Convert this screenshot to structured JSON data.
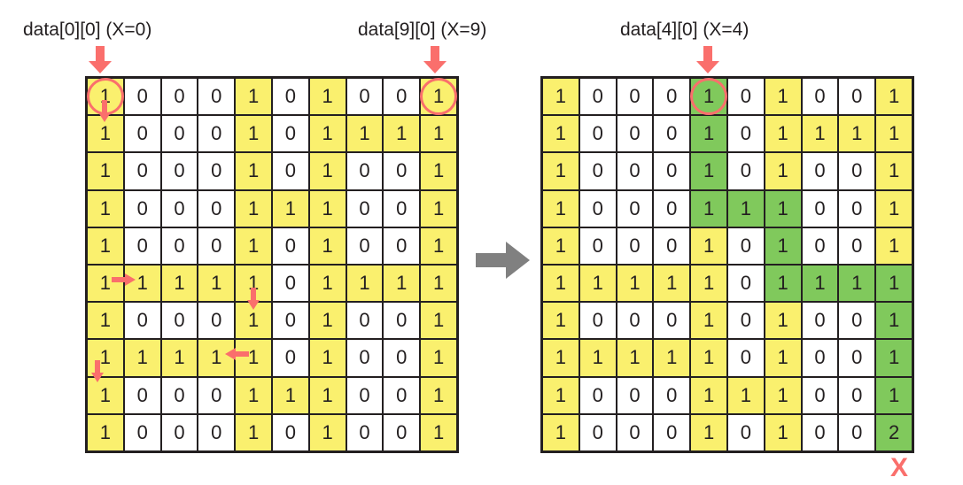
{
  "labels": {
    "left_start": "data[0][0]  (X=0)",
    "left_end": "data[9][0]  (X=9)",
    "right_start": "data[4][0]  (X=4)"
  },
  "colors": {
    "yellow": "#faf06e",
    "green": "#80c95c",
    "red": "#fa6f6c",
    "gray": "#808080",
    "ink": "#231f20"
  },
  "marker": {
    "x_label": "X"
  },
  "chart_data": {
    "type": "table",
    "title": "Grid traversal: before and after",
    "grids": [
      {
        "name": "left-grid",
        "rows": 10,
        "cols": 10,
        "values": [
          [
            "1",
            "0",
            "0",
            "0",
            "1",
            "0",
            "1",
            "0",
            "0",
            "1"
          ],
          [
            "1",
            "0",
            "0",
            "0",
            "1",
            "0",
            "1",
            "1",
            "1",
            "1"
          ],
          [
            "1",
            "0",
            "0",
            "0",
            "1",
            "0",
            "1",
            "0",
            "0",
            "1"
          ],
          [
            "1",
            "0",
            "0",
            "0",
            "1",
            "1",
            "1",
            "0",
            "0",
            "1"
          ],
          [
            "1",
            "0",
            "0",
            "0",
            "1",
            "0",
            "1",
            "0",
            "0",
            "1"
          ],
          [
            "1",
            "1",
            "1",
            "1",
            "1",
            "0",
            "1",
            "1",
            "1",
            "1"
          ],
          [
            "1",
            "0",
            "0",
            "0",
            "1",
            "0",
            "1",
            "0",
            "0",
            "1"
          ],
          [
            "1",
            "1",
            "1",
            "1",
            "1",
            "0",
            "1",
            "0",
            "0",
            "1"
          ],
          [
            "1",
            "0",
            "0",
            "0",
            "1",
            "1",
            "1",
            "0",
            "0",
            "1"
          ],
          [
            "1",
            "0",
            "0",
            "0",
            "1",
            "0",
            "1",
            "0",
            "0",
            "1"
          ]
        ],
        "highlight": [
          [
            "y",
            "w",
            "w",
            "w",
            "y",
            "w",
            "y",
            "w",
            "w",
            "y"
          ],
          [
            "y",
            "w",
            "w",
            "w",
            "y",
            "w",
            "y",
            "y",
            "y",
            "y"
          ],
          [
            "y",
            "w",
            "w",
            "w",
            "y",
            "w",
            "y",
            "w",
            "w",
            "y"
          ],
          [
            "y",
            "w",
            "w",
            "w",
            "y",
            "y",
            "y",
            "w",
            "w",
            "y"
          ],
          [
            "y",
            "w",
            "w",
            "w",
            "y",
            "w",
            "y",
            "w",
            "w",
            "y"
          ],
          [
            "y",
            "y",
            "y",
            "y",
            "y",
            "w",
            "y",
            "y",
            "y",
            "y"
          ],
          [
            "y",
            "w",
            "w",
            "w",
            "y",
            "w",
            "y",
            "w",
            "w",
            "y"
          ],
          [
            "y",
            "y",
            "y",
            "y",
            "y",
            "w",
            "y",
            "w",
            "w",
            "y"
          ],
          [
            "y",
            "w",
            "w",
            "w",
            "y",
            "y",
            "y",
            "w",
            "w",
            "y"
          ],
          [
            "y",
            "w",
            "w",
            "w",
            "y",
            "w",
            "y",
            "w",
            "w",
            "y"
          ]
        ],
        "circles": [
          [
            0,
            0
          ],
          [
            0,
            9
          ]
        ]
      },
      {
        "name": "right-grid",
        "rows": 10,
        "cols": 10,
        "values": [
          [
            "1",
            "0",
            "0",
            "0",
            "1",
            "0",
            "1",
            "0",
            "0",
            "1"
          ],
          [
            "1",
            "0",
            "0",
            "0",
            "1",
            "0",
            "1",
            "1",
            "1",
            "1"
          ],
          [
            "1",
            "0",
            "0",
            "0",
            "1",
            "0",
            "1",
            "0",
            "0",
            "1"
          ],
          [
            "1",
            "0",
            "0",
            "0",
            "1",
            "1",
            "1",
            "0",
            "0",
            "1"
          ],
          [
            "1",
            "0",
            "0",
            "0",
            "1",
            "0",
            "1",
            "0",
            "0",
            "1"
          ],
          [
            "1",
            "1",
            "1",
            "1",
            "1",
            "0",
            "1",
            "1",
            "1",
            "1"
          ],
          [
            "1",
            "0",
            "0",
            "0",
            "1",
            "0",
            "1",
            "0",
            "0",
            "1"
          ],
          [
            "1",
            "1",
            "1",
            "1",
            "1",
            "0",
            "1",
            "0",
            "0",
            "1"
          ],
          [
            "1",
            "0",
            "0",
            "0",
            "1",
            "1",
            "1",
            "0",
            "0",
            "1"
          ],
          [
            "1",
            "0",
            "0",
            "0",
            "1",
            "0",
            "1",
            "0",
            "0",
            "2"
          ]
        ],
        "highlight": [
          [
            "y",
            "w",
            "w",
            "w",
            "g",
            "w",
            "y",
            "w",
            "w",
            "y"
          ],
          [
            "y",
            "w",
            "w",
            "w",
            "g",
            "w",
            "y",
            "y",
            "y",
            "y"
          ],
          [
            "y",
            "w",
            "w",
            "w",
            "g",
            "w",
            "y",
            "w",
            "w",
            "y"
          ],
          [
            "y",
            "w",
            "w",
            "w",
            "g",
            "g",
            "g",
            "w",
            "w",
            "y"
          ],
          [
            "y",
            "w",
            "w",
            "w",
            "y",
            "w",
            "g",
            "w",
            "w",
            "y"
          ],
          [
            "y",
            "y",
            "y",
            "y",
            "y",
            "w",
            "g",
            "g",
            "g",
            "g"
          ],
          [
            "y",
            "w",
            "w",
            "w",
            "y",
            "w",
            "y",
            "w",
            "w",
            "g"
          ],
          [
            "y",
            "y",
            "y",
            "y",
            "y",
            "w",
            "y",
            "w",
            "w",
            "g"
          ],
          [
            "y",
            "w",
            "w",
            "w",
            "y",
            "y",
            "y",
            "w",
            "w",
            "g"
          ],
          [
            "y",
            "w",
            "w",
            "w",
            "y",
            "w",
            "y",
            "w",
            "w",
            "g"
          ]
        ],
        "circles": [
          [
            0,
            4
          ]
        ]
      }
    ],
    "annotations": [
      {
        "type": "arrow",
        "dir": "down",
        "target": "left-grid",
        "note": "entry at column 0"
      },
      {
        "type": "arrow",
        "dir": "down",
        "target": "left-grid",
        "note": "entry at column 9"
      },
      {
        "type": "arrow",
        "dir": "down",
        "target": "right-grid",
        "note": "entry at column 4"
      },
      {
        "type": "arrow",
        "dir": "down",
        "target": "left-grid",
        "at": "r0c0"
      },
      {
        "type": "arrow",
        "dir": "right",
        "target": "left-grid",
        "at": "r5c0"
      },
      {
        "type": "arrow",
        "dir": "down",
        "target": "left-grid",
        "at": "r6c4"
      },
      {
        "type": "arrow",
        "dir": "left",
        "target": "left-grid",
        "at": "r7c4"
      },
      {
        "type": "arrow",
        "dir": "down",
        "target": "left-grid",
        "at": "r8c0"
      },
      {
        "type": "arrow",
        "dir": "right",
        "target": "between-grids",
        "note": "transform"
      }
    ]
  }
}
